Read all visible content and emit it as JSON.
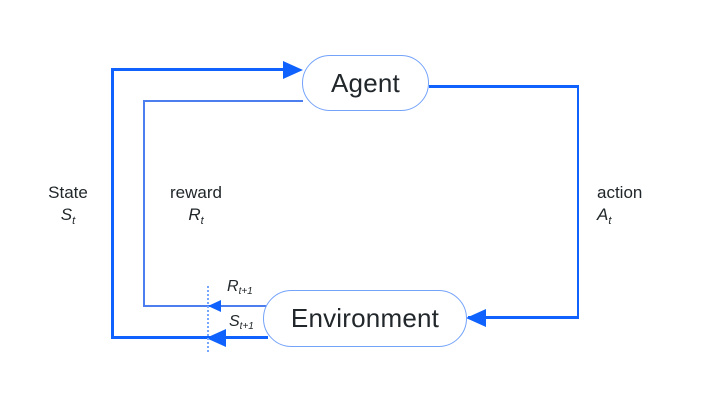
{
  "diagram": {
    "type": "flow-loop",
    "topic": "reinforcement-learning agent-environment interaction",
    "nodes": {
      "agent": {
        "label": "Agent"
      },
      "environment": {
        "label": "Environment"
      }
    },
    "edge_labels": {
      "state": {
        "word": "State",
        "symbol": "S",
        "subscript": "t"
      },
      "reward": {
        "word": "reward",
        "symbol": "R",
        "subscript": "t"
      },
      "action": {
        "word": "action",
        "symbol": "A",
        "subscript": "t"
      },
      "next_reward": {
        "symbol": "R",
        "subscript": "t+1"
      },
      "next_state": {
        "symbol": "S",
        "subscript": "t+1"
      }
    },
    "colors": {
      "arrow_primary": "#0f62fe",
      "arrow_thin": "#4d7ef0",
      "node_border": "#74a3fa",
      "boundary_dotted": "#77a7fb",
      "text": "#21272a",
      "background": "#ffffff"
    }
  }
}
